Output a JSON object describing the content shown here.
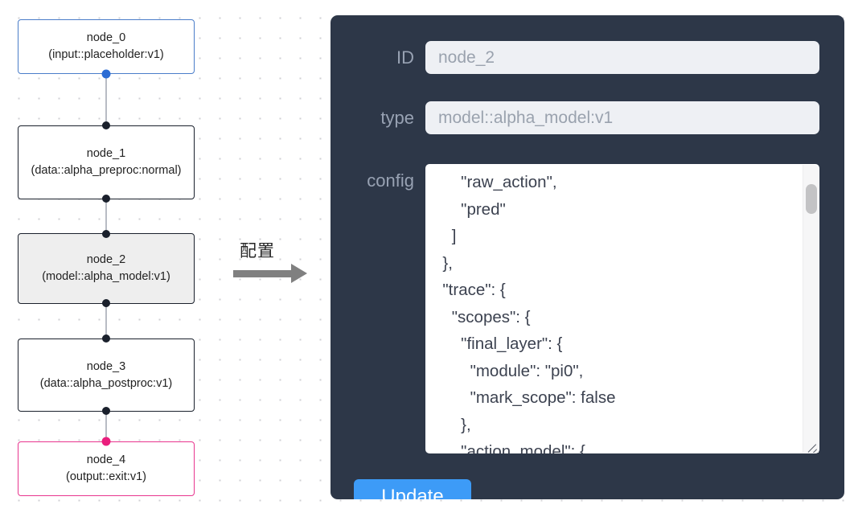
{
  "canvas": {
    "nodes": [
      {
        "id": "node_0",
        "type": "(input::placeholder:v1)",
        "state": "input"
      },
      {
        "id": "node_1",
        "type": "(data::alpha_preproc:normal)",
        "state": "default"
      },
      {
        "id": "node_2",
        "type": "(model::alpha_model:v1)",
        "state": "selected"
      },
      {
        "id": "node_3",
        "type": "(data::alpha_postproc:v1)",
        "state": "default"
      },
      {
        "id": "node_4",
        "type": "(output::exit:v1)",
        "state": "output"
      }
    ]
  },
  "annotation": {
    "caption": "配置"
  },
  "inspector": {
    "id_label": "ID",
    "id_value": "node_2",
    "type_label": "type",
    "type_value": "model::alpha_model:v1",
    "config_label": "config",
    "config_value": "      \"raw_action\",\n      \"pred\"\n    ]\n  },\n  \"trace\": {\n    \"scopes\": {\n      \"final_layer\": {\n        \"module\": \"pi0\",\n        \"mark_scope\": false\n      },\n      \"action_model\": {",
    "update_label": "Update"
  },
  "colors": {
    "panel_bg": "#2d3748",
    "accent_button": "#3d9bf7",
    "input_node_border": "#4a7dc9",
    "output_node_border": "#e8368f",
    "selected_node_fill": "#eeeeee",
    "edge": "#b8bcc4"
  }
}
